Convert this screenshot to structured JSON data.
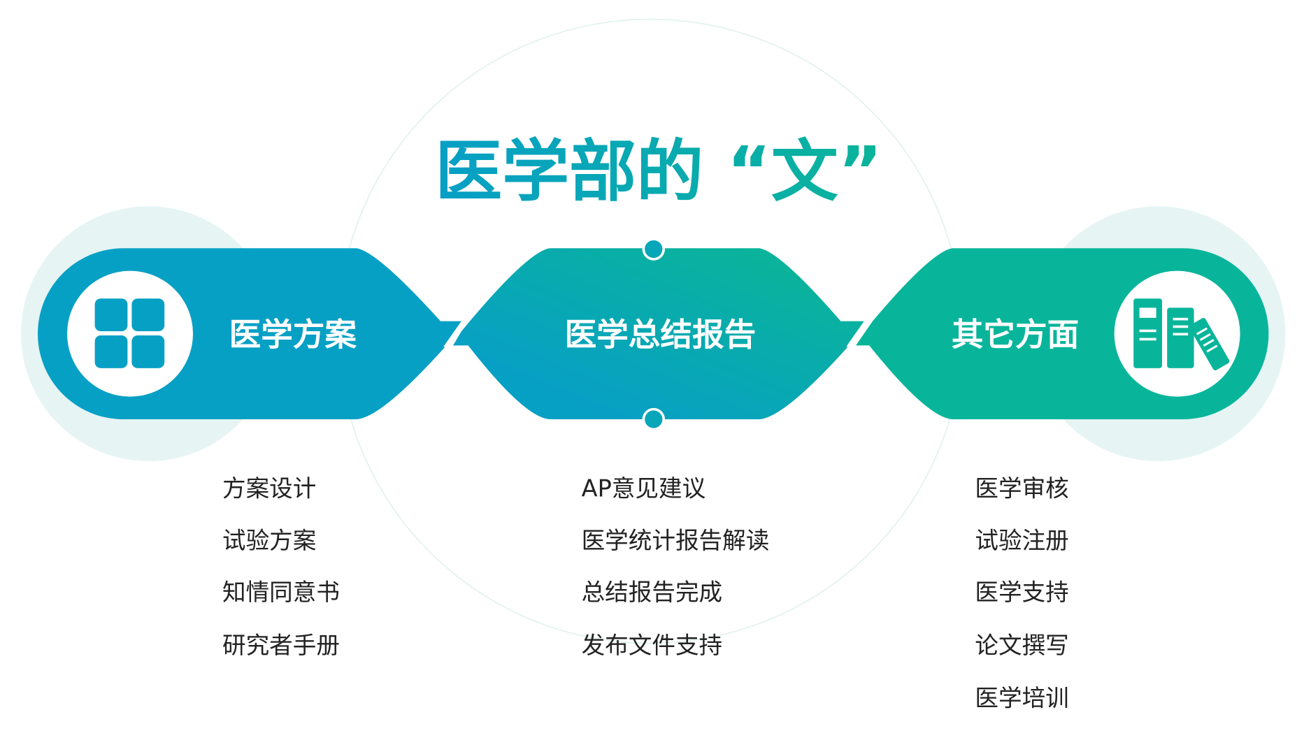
{
  "title": "医学部的 “文”",
  "colors": {
    "blue": "#07a0c5",
    "green": "#09b59a",
    "light": "#e6f4f4"
  },
  "sections": [
    {
      "label": "医学方案",
      "icon": "grid-icon",
      "items": [
        "方案设计",
        "试验方案",
        "知情同意书",
        "研究者手册"
      ]
    },
    {
      "label": "医学总结报告",
      "items": [
        "AP意见建议",
        "医学统计报告解读",
        "总结报告完成",
        "发布文件支持"
      ]
    },
    {
      "label": "其它方面",
      "icon": "books-icon",
      "items": [
        "医学审核",
        "试验注册",
        "医学支持",
        "论文撰写",
        "医学培训"
      ]
    }
  ]
}
